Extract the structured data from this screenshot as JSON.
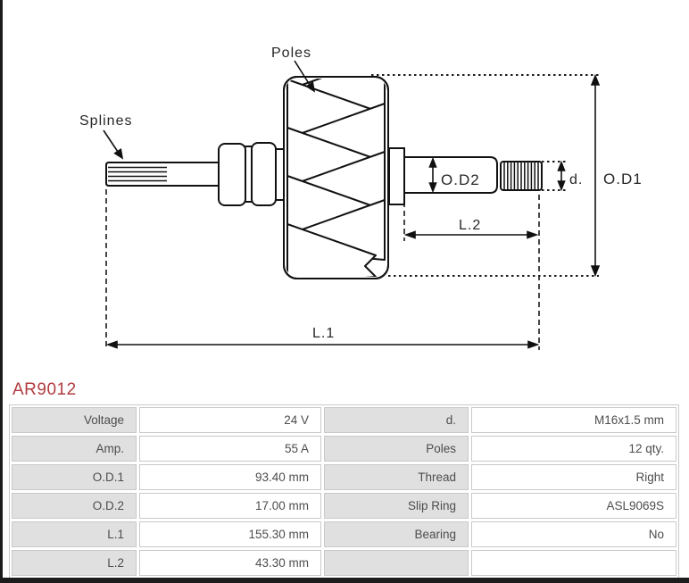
{
  "part_number": "AR9012",
  "colors": {
    "part_number_accent": "#b23b3f",
    "table_label_bg": "#e0e0e0",
    "table_border": "#c9c9c9",
    "drawing_line": "#1a1a1a"
  },
  "drawing": {
    "labels": {
      "poles": "Poles",
      "splines": "Splines",
      "od2": "O.D2",
      "d": "d.",
      "od1": "O.D1",
      "l2": "L.2",
      "l1": "L.1"
    }
  },
  "spec_table": {
    "rows": [
      {
        "c1_label": "Voltage",
        "c1_value": "24 V",
        "c2_label": "d.",
        "c2_value": "M16x1.5 mm"
      },
      {
        "c1_label": "Amp.",
        "c1_value": "55 A",
        "c2_label": "Poles",
        "c2_value": "12 qty."
      },
      {
        "c1_label": "O.D.1",
        "c1_value": "93.40 mm",
        "c2_label": "Thread",
        "c2_value": "Right"
      },
      {
        "c1_label": "O.D.2",
        "c1_value": "17.00 mm",
        "c2_label": "Slip Ring",
        "c2_value": "ASL9069S"
      },
      {
        "c1_label": "L.1",
        "c1_value": "155.30 mm",
        "c2_label": "Bearing",
        "c2_value": "No"
      },
      {
        "c1_label": "L.2",
        "c1_value": "43.30 mm",
        "c2_label": "",
        "c2_value": ""
      }
    ]
  }
}
